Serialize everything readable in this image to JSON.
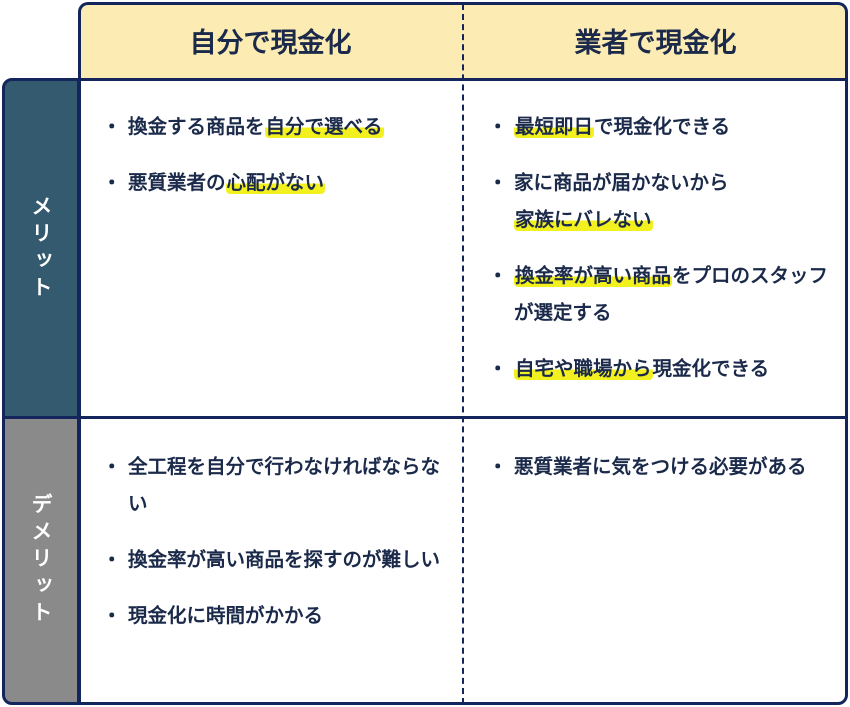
{
  "columns": [
    {
      "label": "自分で現金化"
    },
    {
      "label": "業者で現金化"
    }
  ],
  "rows": [
    {
      "label": "メリット",
      "color": "#335a6e"
    },
    {
      "label": "デメリット",
      "color": "#8a8a8a"
    }
  ],
  "cells": {
    "merit_self": [
      {
        "plain_before": "換金する商品を",
        "highlight": "自分で選べる",
        "plain_after": ""
      },
      {
        "plain_before": "悪質業者の",
        "highlight": "心配がない",
        "plain_after": ""
      }
    ],
    "merit_vendor": [
      {
        "plain_before": "",
        "highlight": "最短即日",
        "plain_after": "で現金化できる"
      },
      {
        "plain_before": "家に商品が届かないから",
        "highlight": "家族にバレない",
        "plain_after": ""
      },
      {
        "plain_before": "",
        "highlight": "換金率が高い商品",
        "plain_after": "をプロのスタッフが選定する"
      },
      {
        "plain_before": "",
        "highlight": "自宅や職場から",
        "plain_after": "現金化できる"
      }
    ],
    "demerit_self": [
      {
        "text": "全工程を自分で行わなければならない"
      },
      {
        "text": "換金率が高い商品を探すのが難しい"
      },
      {
        "text": "現金化に時間がかかる"
      }
    ],
    "demerit_vendor": [
      {
        "text": "悪質業者に気をつける必要がある"
      }
    ]
  },
  "colors": {
    "border": "#13255a",
    "header_bg": "#fcecb3",
    "highlight": "#f2f01e",
    "text": "#1b2a4a"
  }
}
